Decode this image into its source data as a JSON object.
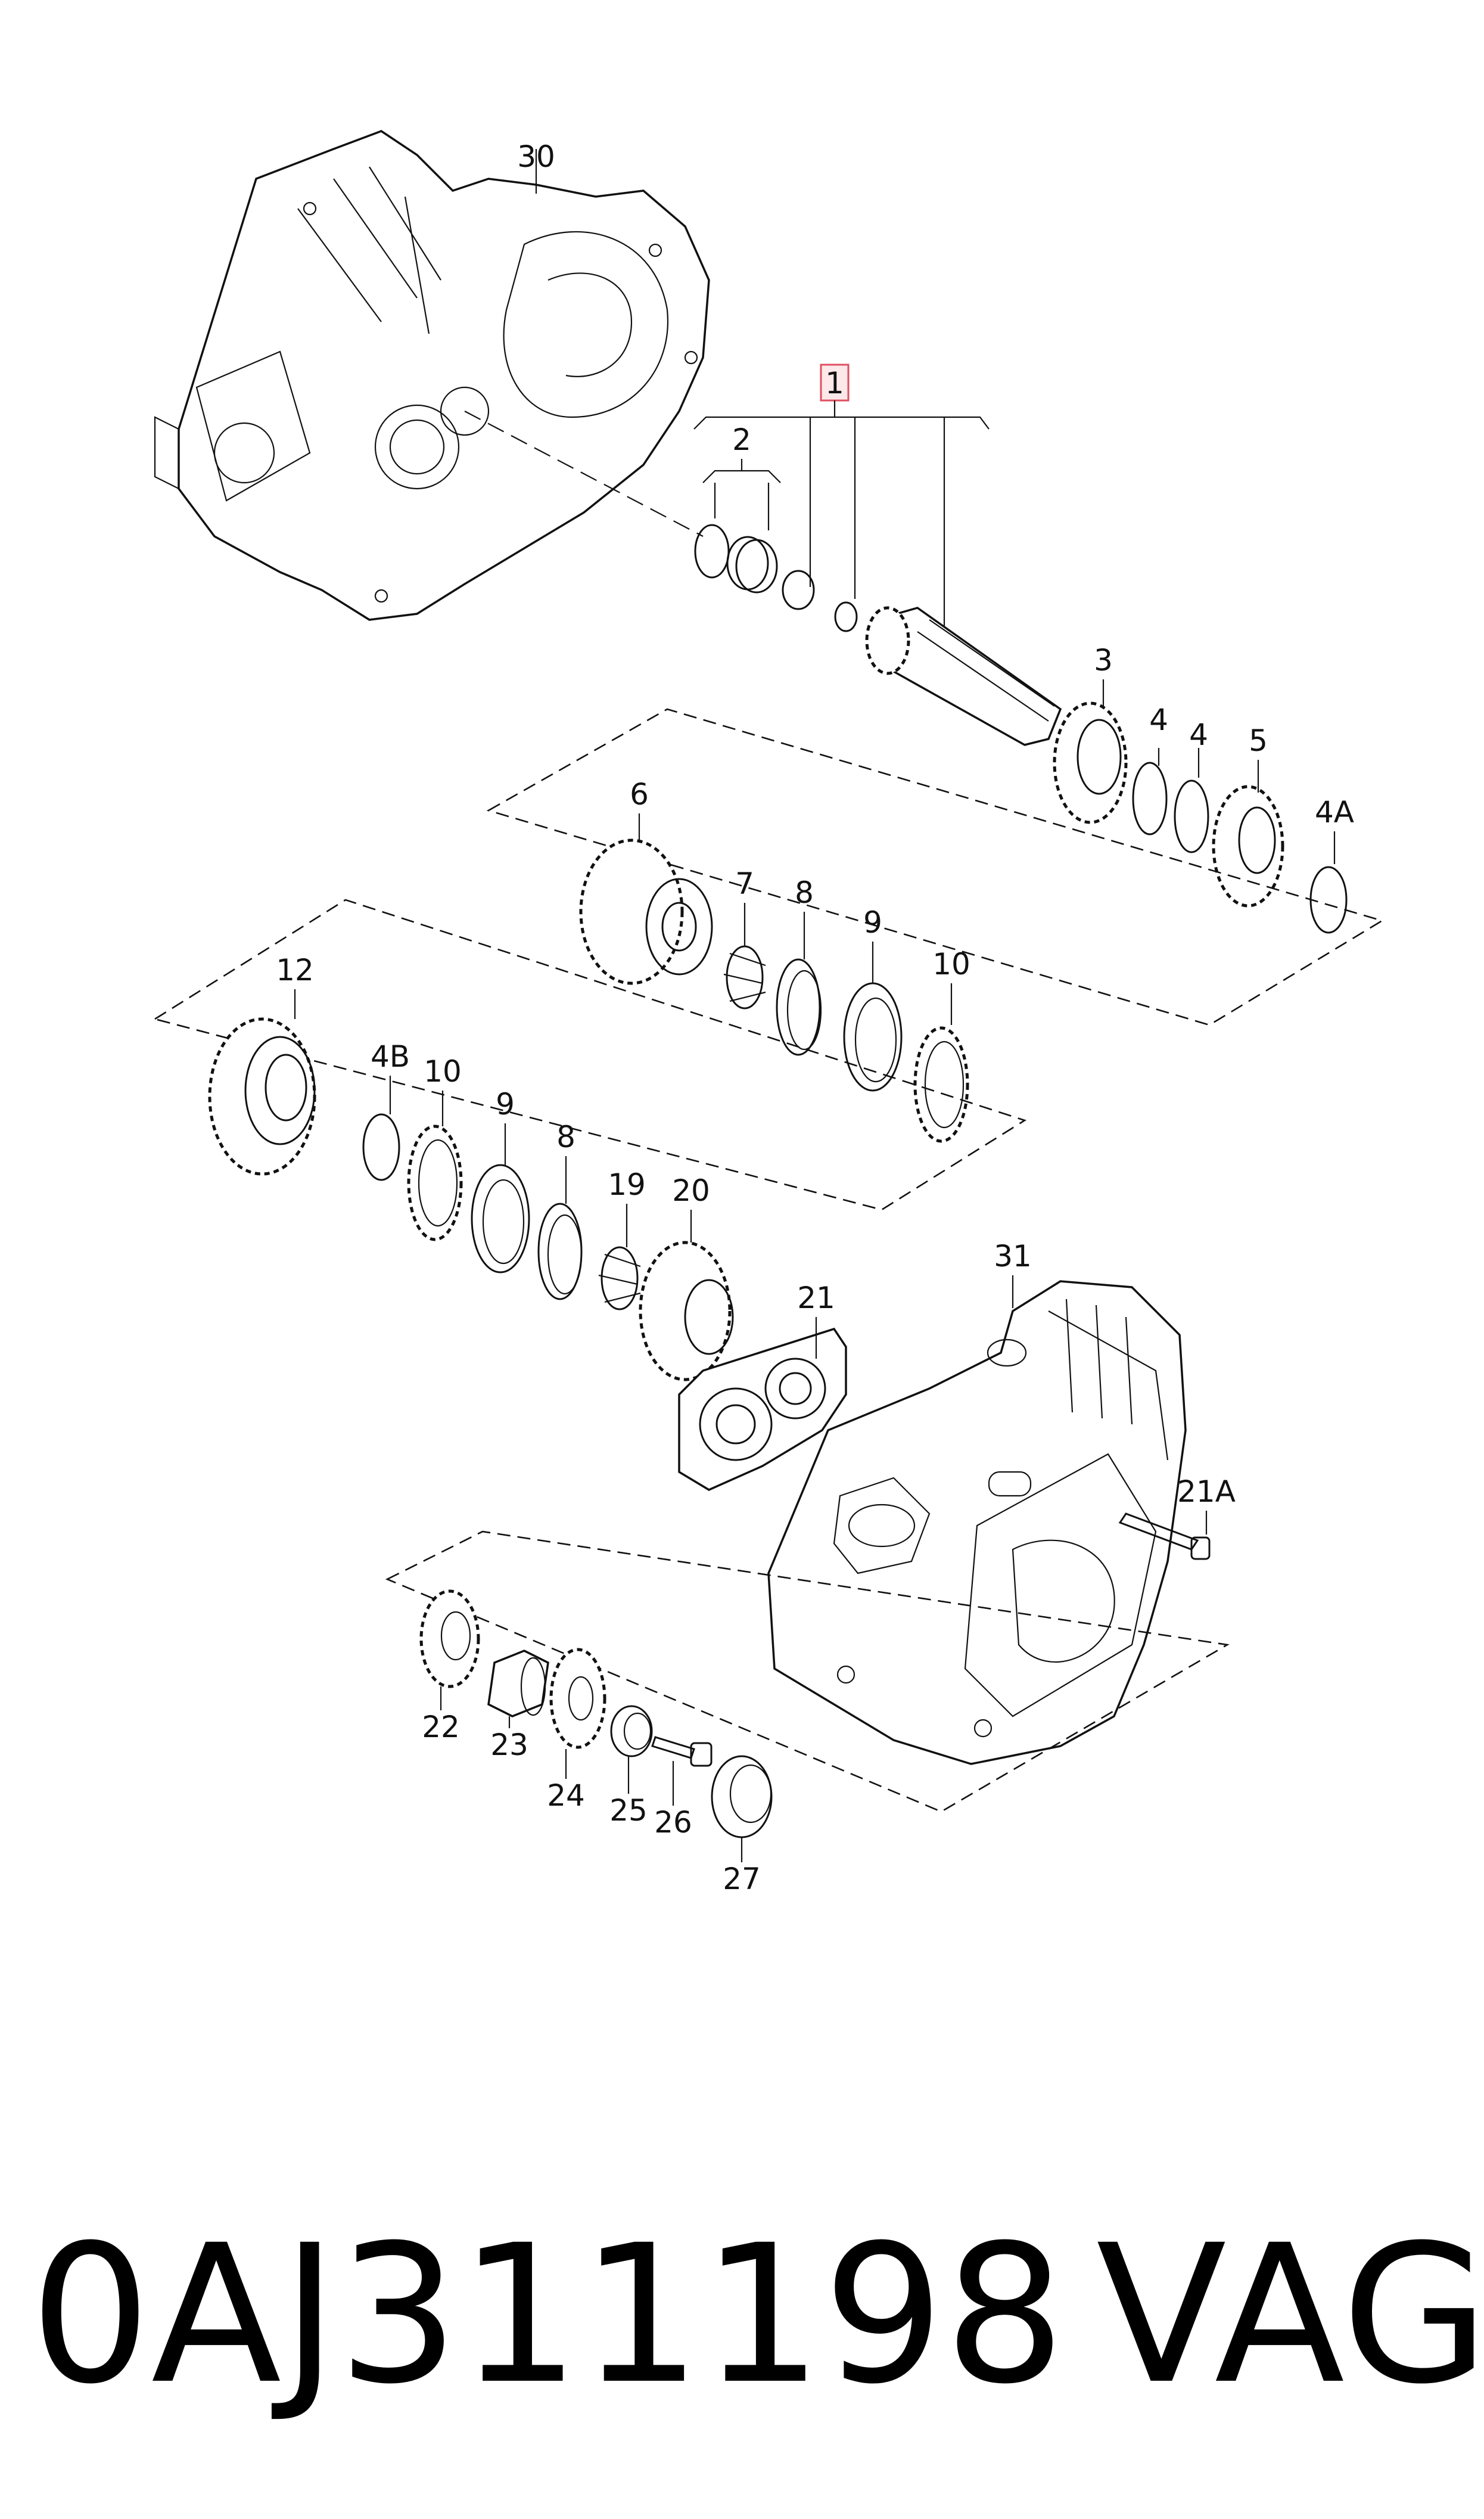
{
  "diagram": {
    "callouts": [
      "30",
      "1",
      "2",
      "3",
      "4",
      "4",
      "5",
      "4A",
      "6",
      "7",
      "8",
      "9",
      "10",
      "12",
      "4B",
      "10",
      "9",
      "8",
      "19",
      "20",
      "21",
      "31",
      "21A",
      "22",
      "23",
      "24",
      "25",
      "26",
      "27"
    ],
    "highlighted_callout": "1"
  },
  "footer": {
    "part_number": "0AJ311198",
    "brand": "VAG"
  },
  "colors": {
    "line": "#111111",
    "highlight_border": "#e05060",
    "highlight_fill": "#fde8ea",
    "background": "#ffffff"
  }
}
